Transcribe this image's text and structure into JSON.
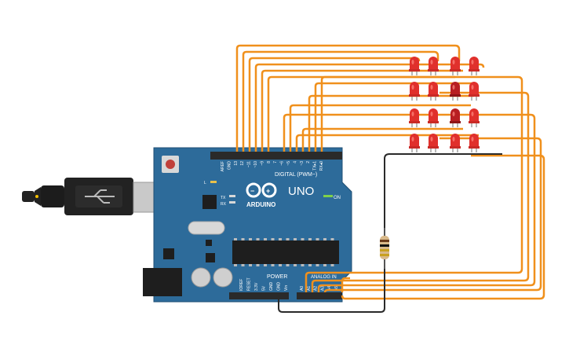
{
  "board": {
    "brand": "ARDUINO",
    "model": "UNO",
    "digital_label": "DIGITAL (PWM~)",
    "power_label": "POWER",
    "analog_label": "ANALOG IN",
    "on_label": "ON",
    "tx_label": "TX",
    "rx_label": "RX",
    "l_label": "L",
    "top_pin_labels": [
      "AREF",
      "GND",
      "13",
      "12",
      "~11",
      "~10",
      "~9",
      "8",
      "7",
      "~6",
      "~5",
      "4",
      "~3",
      "2",
      "TX▸1",
      "RX◂0"
    ],
    "power_pin_labels": [
      "IOREF",
      "RESET",
      "3.3V",
      "5V",
      "GND",
      "GND",
      "Vin"
    ],
    "analog_pin_labels": [
      "A0",
      "A1",
      "A2",
      "A3",
      "A4",
      "A5"
    ]
  },
  "led_matrix": {
    "rows": 4,
    "cols": 4,
    "color": "#e0302c"
  },
  "colors": {
    "wire": "#f0901c",
    "ground_wire": "#2a2a2a",
    "board": "#2d6b9a",
    "header": "#2a2a2a"
  }
}
